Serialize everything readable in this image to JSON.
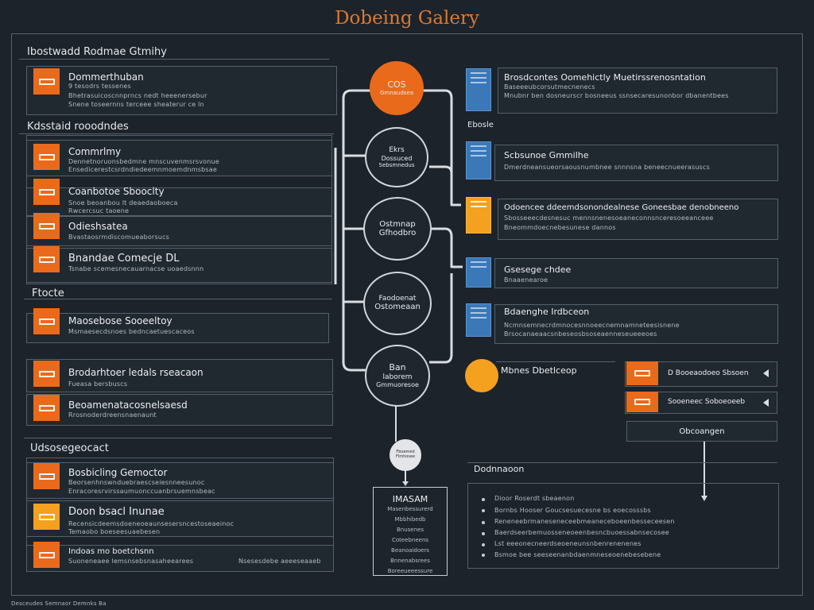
{
  "title": "Dobeing Galery",
  "footer": "Desceudes Semnaor Demnks Ba",
  "left_panel": {
    "sections": [
      {
        "label": "Ibostwadd Rodmae Gtmihy",
        "cards": [
          {
            "title": "Dommerthuban",
            "lines": [
              "9 tesodrs tessenes",
              "Bhetrasuicoscnnprncs nedt heeenersebur",
              "Snene toseernns terceee sheaterur ce ln"
            ]
          }
        ]
      },
      {
        "label": "Kdsstaid rooodndes",
        "cards": [
          {
            "title": "Commrlmy",
            "lines": [
              "Dennetnoruonsbedmne mnscuvenmsrsvonue",
              "Ensedicerestcsrdndiedeemnmoemdnmsbsae"
            ]
          },
          {
            "title": "Coanbotoe Sbooclty",
            "lines": [
              "Snoe beoanbou lt deaedaoboeca",
              "Rwcercsuc taoene"
            ]
          },
          {
            "title": "Odieshsatea",
            "lines": [
              "Bvastaosrmdiscomueaborsucs"
            ]
          },
          {
            "title": "Bnandae Comecje DL",
            "lines": [
              "Tsnabe scemesnecauarnacse uoaedsnnn"
            ]
          }
        ]
      },
      {
        "label": "Ftocte",
        "cards": [
          {
            "title": "Maosebose Sooeeltoy",
            "lines": [
              "Msmaesecdsnoes bedncaetuescaceos"
            ]
          }
        ]
      },
      {
        "label": "",
        "cards": [
          {
            "title": "Brodarhtoer ledals rseacaon",
            "lines": [
              "Fueasa bersbuscs"
            ]
          },
          {
            "title": "Beoamenatacosnelsaesd",
            "lines": [
              "Rrosnoderdreensnaenaunt"
            ]
          }
        ]
      },
      {
        "label": "Udsosegeocact",
        "cards": [
          {
            "title": "Bosbicling Gemoctor",
            "lines": [
              "Beorsenhnswnduebraescseiesnneesunoc",
              "Enracoresrvirssaumuonccuanbrsuemnsbeac"
            ]
          },
          {
            "title": "Doon bsacl Inunae",
            "lines": [
              "Recensicdeemsdoeneoeaunsesersncestoseaeinoc",
              "Temaobo boeseesuaebesen"
            ]
          },
          {
            "title": "Indoas mo boetchsnn",
            "lines": [
              "Suoneneaee lemsnsebsnasaheearees",
              "Nsesesdebe aeeeseaaeb"
            ]
          }
        ]
      }
    ]
  },
  "flow": {
    "nodes": [
      {
        "line1": "COS",
        "line2": "Gmnaudsea"
      },
      {
        "line1": "Ekrs",
        "line2": "Dossuced",
        "line3": "Sebsmnedus"
      },
      {
        "line1": "Ostmnap",
        "line2": "Gfhodbro"
      },
      {
        "line1": "Faodoenat",
        "line2": "Ostomeaan"
      },
      {
        "line1": "Ban",
        "line2": "laborem",
        "line3": "Gmmuoresoe"
      }
    ],
    "small_node": {
      "line1": "Fboemed",
      "line2": "Flmhosee"
    },
    "box": {
      "title": "IMASAM",
      "lines": [
        "Masenbessurerd",
        "Mbbhibedb",
        "Bnusenes",
        "Coteebneens",
        "Beanoaidoers",
        "Bnnenabsrees",
        "Boreeueeessure"
      ]
    }
  },
  "right_panel": {
    "cards": [
      {
        "title": "Brosdcontes Oomehictly Muetirssrenosntation",
        "lines": [
          "Baseeeubcorsutmecnenecs",
          "Mnubnr ben dosneurscr bosneeus ssnsecaresunonbor dbanentbees"
        ]
      },
      {
        "label": "Ebosle",
        "title": "Scbsunoe Gmmilhe",
        "lines": [
          "Dmerdneansueorsaousnumbnee snnnsna beneecnueerasuscs"
        ]
      },
      {
        "title": "Odoencee ddeemdsonondealnese Goneesbae denobneeno",
        "lines": [
          "Sbosseeecdesnesuc mennsnenesoeaneconnsnceresoeeanceee",
          "Bneommdoecnebesunese dannos"
        ]
      },
      {
        "title": "Gsesege chdee",
        "lines": [
          "Bnaaenearoe"
        ]
      },
      {
        "title": "Bdaenghe Irdbceon",
        "lines": [
          "Ncmnsemnecrdmnocesnnoeecnemnamneteesisnene",
          "Brsocanaeaacsnbeseosbsoseaenneseueeeoes"
        ]
      }
    ],
    "rowlabel": "Mbnes Dbetlceop",
    "steps": [
      "D Booeaodoeo Sbsoen",
      "Sooeneec Soboeoeeb"
    ],
    "output_box": "Obcoangen",
    "notes": {
      "label": "Dodnnaoon",
      "items": [
        "Dioor Roserdt sbeaenon",
        "Bornbs Hooser Goucsesuecesne bs eoecosssbs",
        "Reneneebrmaneseneceebmeaneceboeenbesseceesen",
        "Baerdseerbemuosseneoeenbesncbuoessabnsecosee",
        "Lst eeeonecneerdseoeneunsnbenrenenenes",
        "Bsmoe bee seeseenanbdaenmneseoenebesebene"
      ]
    }
  },
  "colors": {
    "accent": "#ea6a1b",
    "amber": "#f3a11e",
    "blue": "#3a78b7",
    "bg": "#1c232b",
    "line": "#56606b"
  }
}
